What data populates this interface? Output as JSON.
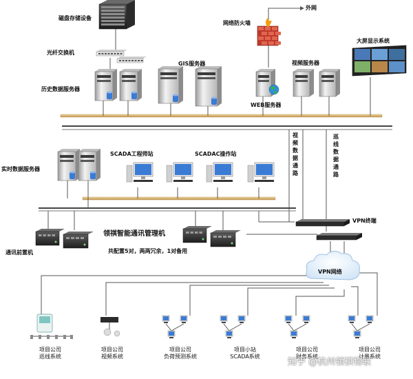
{
  "labels": {
    "disk_storage": "磁盘存储设备",
    "fiber_switch": "光纤交换机",
    "history_server": "历史数据服务器",
    "gis_server": "GIS服务器",
    "firewall": "网络防火墙",
    "internet": "外网",
    "web_server": "WEB服务器",
    "video_server": "视频服务器",
    "big_screen": "大屏显示系统",
    "video_channel": "视频数据通路",
    "patrol_channel": "巡线数据通路",
    "realtime_server": "实时数据服务器",
    "scada_engineer": "SCADA工程师站",
    "scada_operator": "SCADAC操作站",
    "comm_front": "通讯前置机",
    "comm_manager": "领祺智能通讯管理机",
    "comm_note": "共配置5对，两两冗余，1对备用",
    "vpn_terminal": "VPN终端",
    "vpn_network": "VPN网络"
  },
  "bottom_systems": [
    {
      "line1": "项目公司",
      "line2": "巡线系统"
    },
    {
      "line1": "项目公司",
      "line2": "视频系统"
    },
    {
      "line1": "项目公司",
      "line2": "负荷预测系统"
    },
    {
      "line1": "项目小站",
      "line2": "SCADA系统"
    },
    {
      "line1": "项目公司",
      "line2": "财务系统"
    },
    {
      "line1": "项目公司",
      "line2": "计量系统"
    }
  ],
  "watermark": "知乎 @杭州领祺物联",
  "colors": {
    "bus": "#c9a05c",
    "network": "#555555",
    "firewall": "#c0392b",
    "screen": "#3a7bd5",
    "server": "#d9d9d9",
    "cloud": "#e6f1fb"
  },
  "icons": {
    "storage": "disk-array-icon",
    "switch": "switch-icon",
    "server": "server-tower-icon",
    "workstation": "workstation-icon",
    "firewall": "firewall-icon",
    "globe": "globe-icon",
    "rack": "rack-unit-icon",
    "cloud": "cloud-icon"
  }
}
